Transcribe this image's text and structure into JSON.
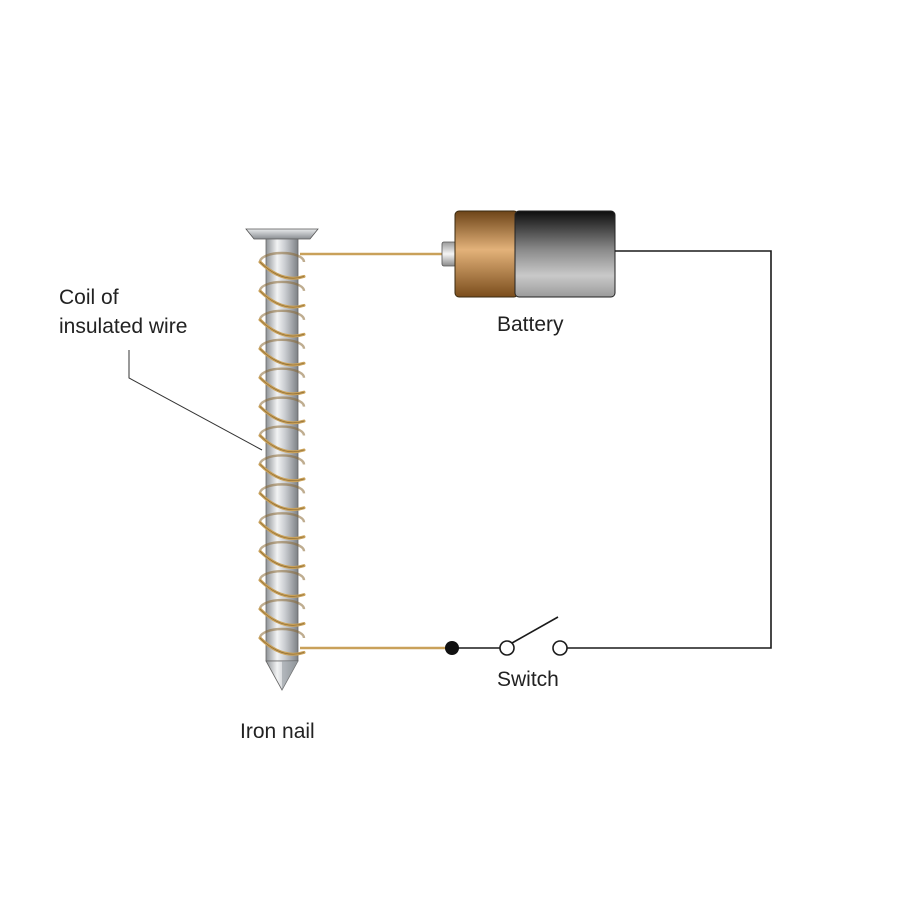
{
  "labels": {
    "coil_line1": "Coil of",
    "coil_line2": "insulated wire",
    "battery": "Battery",
    "switch": "Switch",
    "nail": "Iron nail"
  },
  "colors": {
    "wire_copper": "#C9A15A",
    "wire_circuit": "#1a1a1a",
    "nail_steel": "#B9BCC0",
    "battery_copper": "#B07A3A",
    "battery_silver": "#C8C8C8",
    "battery_dark": "#2a2a2a",
    "text": "#222222"
  },
  "coil": {
    "turns": 14
  },
  "switch": {
    "state": "open"
  }
}
